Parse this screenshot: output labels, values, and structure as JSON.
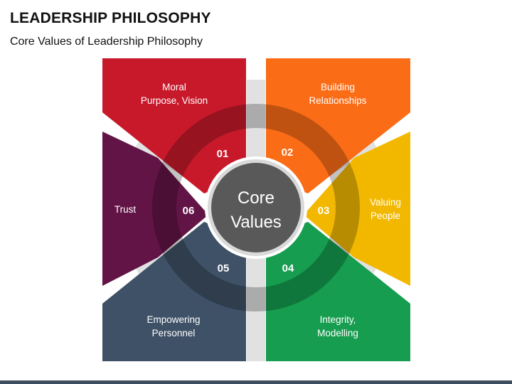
{
  "header": {
    "title": "LEADERSHIP PHILOSOPHY",
    "subtitle": "Core Values of Leadership Philosophy"
  },
  "center": {
    "line1": "Core",
    "line2": "Values",
    "color": "#595959"
  },
  "segments": [
    {
      "number": "01",
      "line1": "Moral",
      "line2": "Purpose, Vision",
      "color": "#c8192b"
    },
    {
      "number": "02",
      "line1": "Building",
      "line2": "Relationships",
      "color": "#fb6c17"
    },
    {
      "number": "03",
      "line1": "Valuing",
      "line2": "People",
      "color": "#f2b800"
    },
    {
      "number": "04",
      "line1": "Integrity,",
      "line2": "Modelling",
      "color": "#169d4f"
    },
    {
      "number": "05",
      "line1": "Empowering",
      "line2": "Personnel",
      "color": "#3e5166"
    },
    {
      "number": "06",
      "line1": "Trust",
      "line2": "",
      "color": "#631446"
    }
  ],
  "spoke_color": "#e1e1e1"
}
